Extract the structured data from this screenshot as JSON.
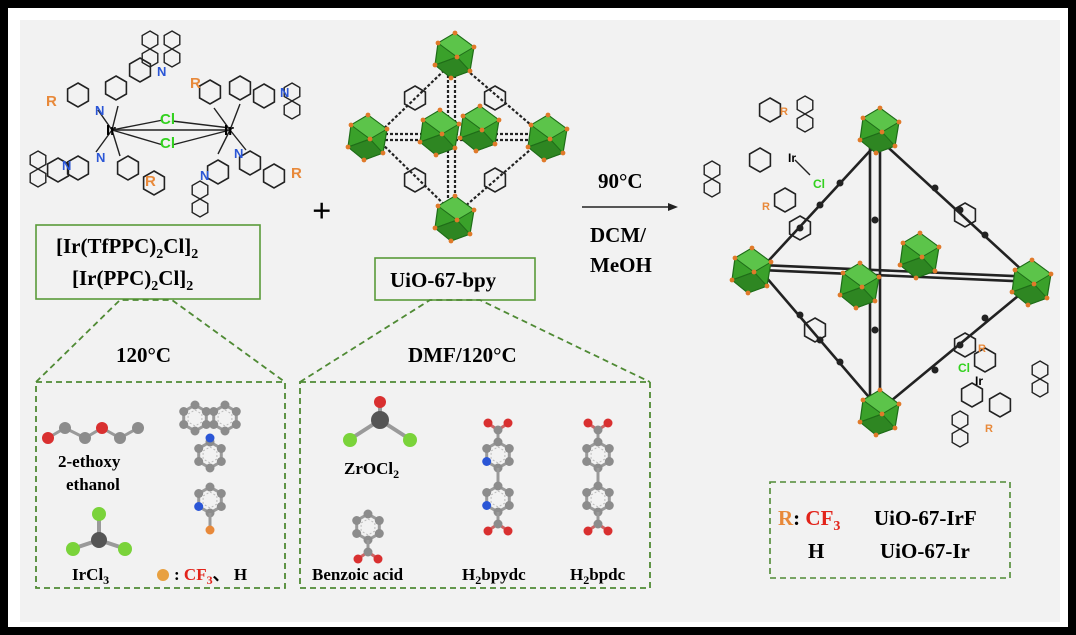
{
  "colors": {
    "octahedron_green": "#3aa12a",
    "octahedron_dark": "#1f6d18",
    "vertex_orange": "#e07a2a",
    "box_green": "#5a9a3a",
    "dash_green": "#4f8a34",
    "cl_green": "#33d11f",
    "r_orange": "#e8893a",
    "cf3_red": "#e2231a",
    "n_blue": "#2b56d6",
    "o_red": "#d93030",
    "carbon_gray": "#8c8c8c",
    "panel_bg": "#f2f2f2"
  },
  "labels": {
    "r_group": "R",
    "atom_ir": "Ir",
    "atom_cl": "Cl",
    "atom_n": "N",
    "plus": "+",
    "complex_line1": "[Ir(TfPPC)",
    "complex_line1_sub": "2",
    "complex_line1_end": "Cl]",
    "complex_line1_sub2": "2",
    "complex_line2": "[Ir(PPC)",
    "complex_line2_sub": "2",
    "complex_line2_end": "Cl]",
    "complex_line2_sub2": "2",
    "mof_label": "UiO-67-bpy",
    "condition_temp": "90°C",
    "condition_solvent_1": "DCM/",
    "condition_solvent_2": "MeOH",
    "temp_left": "120°C",
    "temp_right": "DMF/120°C",
    "ethoxyethanol_1": "2-ethoxy",
    "ethoxyethanol_2": "ethanol",
    "ircl3": "IrCl",
    "ircl3_sub": "3",
    "legend_colon": ": ",
    "legend_cf3": "CF",
    "legend_cf3_sub": "3",
    "legend_sep": "、 H",
    "zrocl2": "ZrOCl",
    "zrocl2_sub": "2",
    "benzoic": "Benzoic acid",
    "bpydc": "H",
    "bpydc_sub": "2",
    "bpydc_end": "bpydc",
    "bpdc": "H",
    "bpdc_sub": "2",
    "bpdc_end": "bpdc",
    "key_r": "R",
    "key_colon": ": ",
    "key_cf3": "CF",
    "key_cf3_sub": "3",
    "key_irf": "UiO-67-IrF",
    "key_h": "H",
    "key_ir": "UiO-67-Ir"
  }
}
